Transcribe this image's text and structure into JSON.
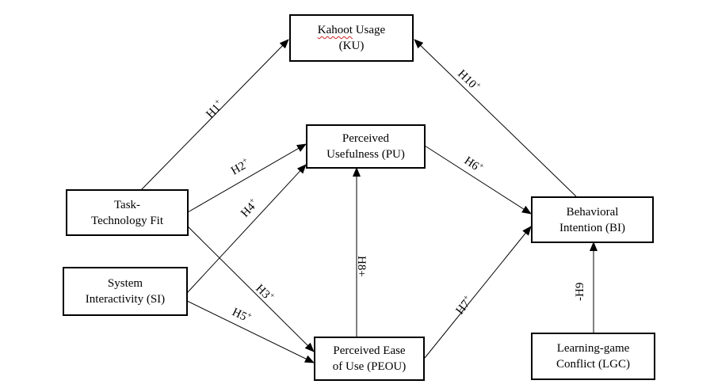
{
  "nodes": {
    "ku": {
      "line1_underlined": "Kahoot",
      "line1_rest": " Usage",
      "line2": "(KU)"
    },
    "pu": {
      "line1": "Perceived",
      "line2": "Usefulness (PU)"
    },
    "ttf": {
      "line1": "Task-",
      "line2": "Technology Fit"
    },
    "si": {
      "line1": "System",
      "line2": "Interactivity (SI)"
    },
    "peou": {
      "line1": "Perceived Ease",
      "line2": "of Use (PEOU)"
    },
    "bi": {
      "line1": "Behavioral",
      "line2": "Intention (BI)"
    },
    "lgc": {
      "line1": "Learning-game",
      "line2": "Conflict (LGC)"
    }
  },
  "hypotheses": {
    "h1": {
      "text": "H1",
      "sign": "+"
    },
    "h2": {
      "text": "H2",
      "sign": "+"
    },
    "h3": {
      "text": "H3",
      "sign": "+"
    },
    "h4": {
      "text": "H4",
      "sign": "+"
    },
    "h5": {
      "text": "H5",
      "sign": "+"
    },
    "h6": {
      "text": "H6",
      "sign": "+"
    },
    "h7": {
      "text": "H7",
      "sign": "+"
    },
    "h8": {
      "text": "H8+"
    },
    "h9": {
      "text": "-H9"
    },
    "h10": {
      "text": "H10",
      "sign": "+"
    }
  },
  "colors": {
    "line": "#000000",
    "spellcheck_underline": "#d02020"
  }
}
